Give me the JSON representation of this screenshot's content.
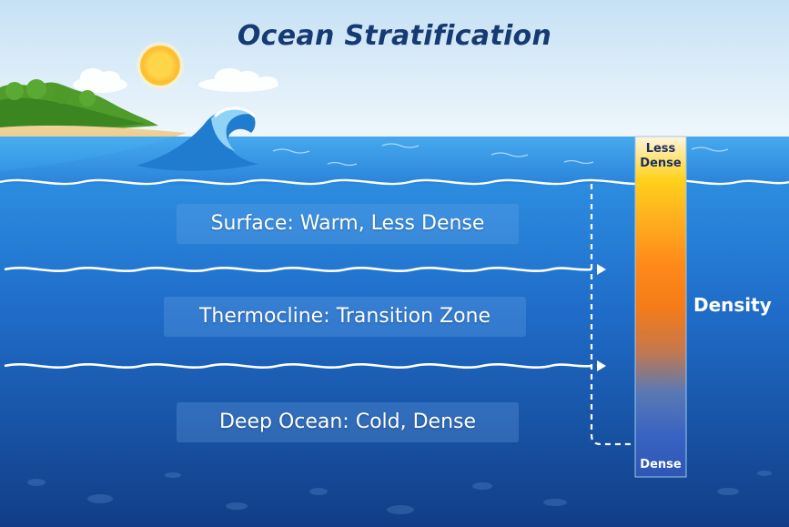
{
  "title": "Ocean Stratification",
  "layers": [
    {
      "label": "Surface: Warm, Less Dense"
    },
    {
      "label": "Thermocline: Transition Zone"
    },
    {
      "label": "Deep Ocean: Cold, Dense"
    }
  ],
  "density_scale": {
    "axis_label": "Density",
    "top_label": "Less Dense",
    "bottom_label": "Dense",
    "gradient_colors": [
      "#fff6df",
      "#ffd21c",
      "#ffad1e",
      "#ff8a1a",
      "#f57b18",
      "#c8784a",
      "#5a79b4",
      "#3a64c2",
      "#2e56b4"
    ]
  },
  "colors": {
    "sky_top": "#cfe6f6",
    "sky_horizon": "#eef6fb",
    "ocean_surface": "#3a9be0",
    "ocean_deep": "#123f86",
    "title": "#173a73",
    "sun": "#ffcf3d"
  },
  "icons": [
    "sun-icon",
    "cloud-icon",
    "wave-icon",
    "arrow-right-icon"
  ]
}
